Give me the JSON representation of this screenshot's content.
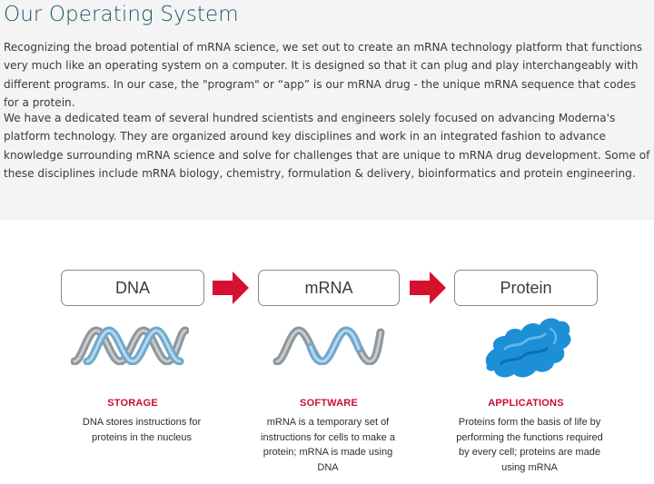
{
  "page": {
    "title": "Our Operating System",
    "paragraphs": [
      "Recognizing the broad potential of mRNA science, we set out to create an mRNA technology platform that functions very much like an operating system on a computer. It is designed so that it can plug and play interchangeably with different programs.  In our case, the \"program\" or “app” is our mRNA drug - the unique mRNA sequence that codes for a protein.",
      "We have a dedicated team of several hundred scientists and engineers solely focused on advancing Moderna's platform technology. They are organized around key disciplines and work in an integrated fashion to advance knowledge surrounding mRNA science and solve for challenges that are unique to mRNA drug development. Some of these disciplines include mRNA biology, chemistry, formulation & delivery, bioinformatics and protein engineering."
    ]
  },
  "diagram": {
    "steps": [
      {
        "box": "DNA",
        "label": "STORAGE",
        "desc": "DNA stores instructions for proteins in the nucleus"
      },
      {
        "box": "mRNA",
        "label": "SOFTWARE",
        "desc": "mRNA is a temporary set of instructions for cells to make a protein; mRNA is made using DNA"
      },
      {
        "box": "Protein",
        "label": "APPLICATIONS",
        "desc": "Proteins form the basis of life by performing the functions required by every cell; proteins are made using mRNA"
      }
    ],
    "colors": {
      "arrow": "#d6112f",
      "label": "#c8102e",
      "helix_blue": "#6fa9cf",
      "helix_gray": "#8e969b",
      "protein": "#1d8fd6"
    },
    "icons": [
      "dna-helix-icon",
      "mrna-strand-icon",
      "protein-blob-icon",
      "right-arrow-icon"
    ]
  }
}
